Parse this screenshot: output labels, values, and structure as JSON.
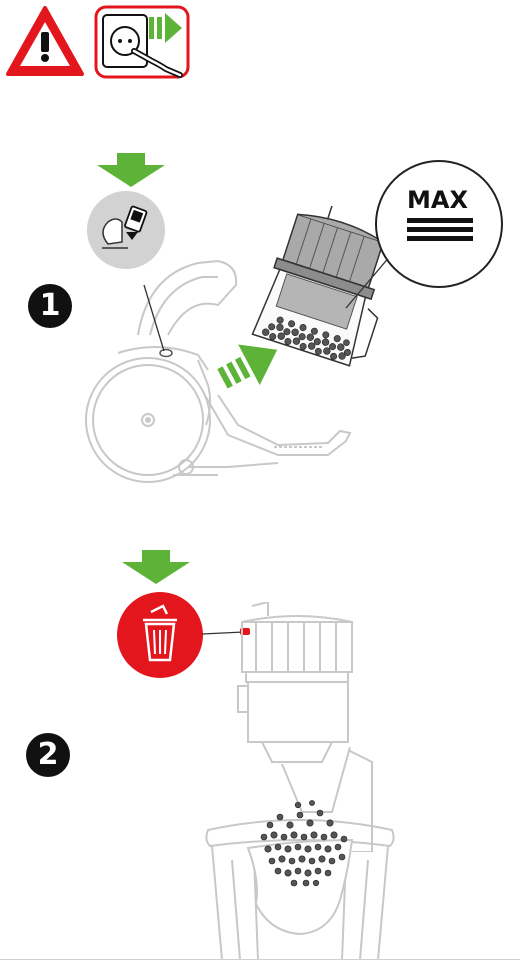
{
  "header": {
    "warning_icon": "warning-triangle-icon",
    "unplug_icon": "unplug-from-socket-icon"
  },
  "step1": {
    "number": "1",
    "release_icon": "bin-release-button-icon",
    "max_label": "MAX"
  },
  "step2": {
    "number": "2",
    "empty_icon": "trash-bin-icon"
  },
  "colors": {
    "arrow_green": "#5cb338",
    "warning_red": "#e3161d",
    "line_grey": "#c8c8c8",
    "dark": "#111111"
  }
}
